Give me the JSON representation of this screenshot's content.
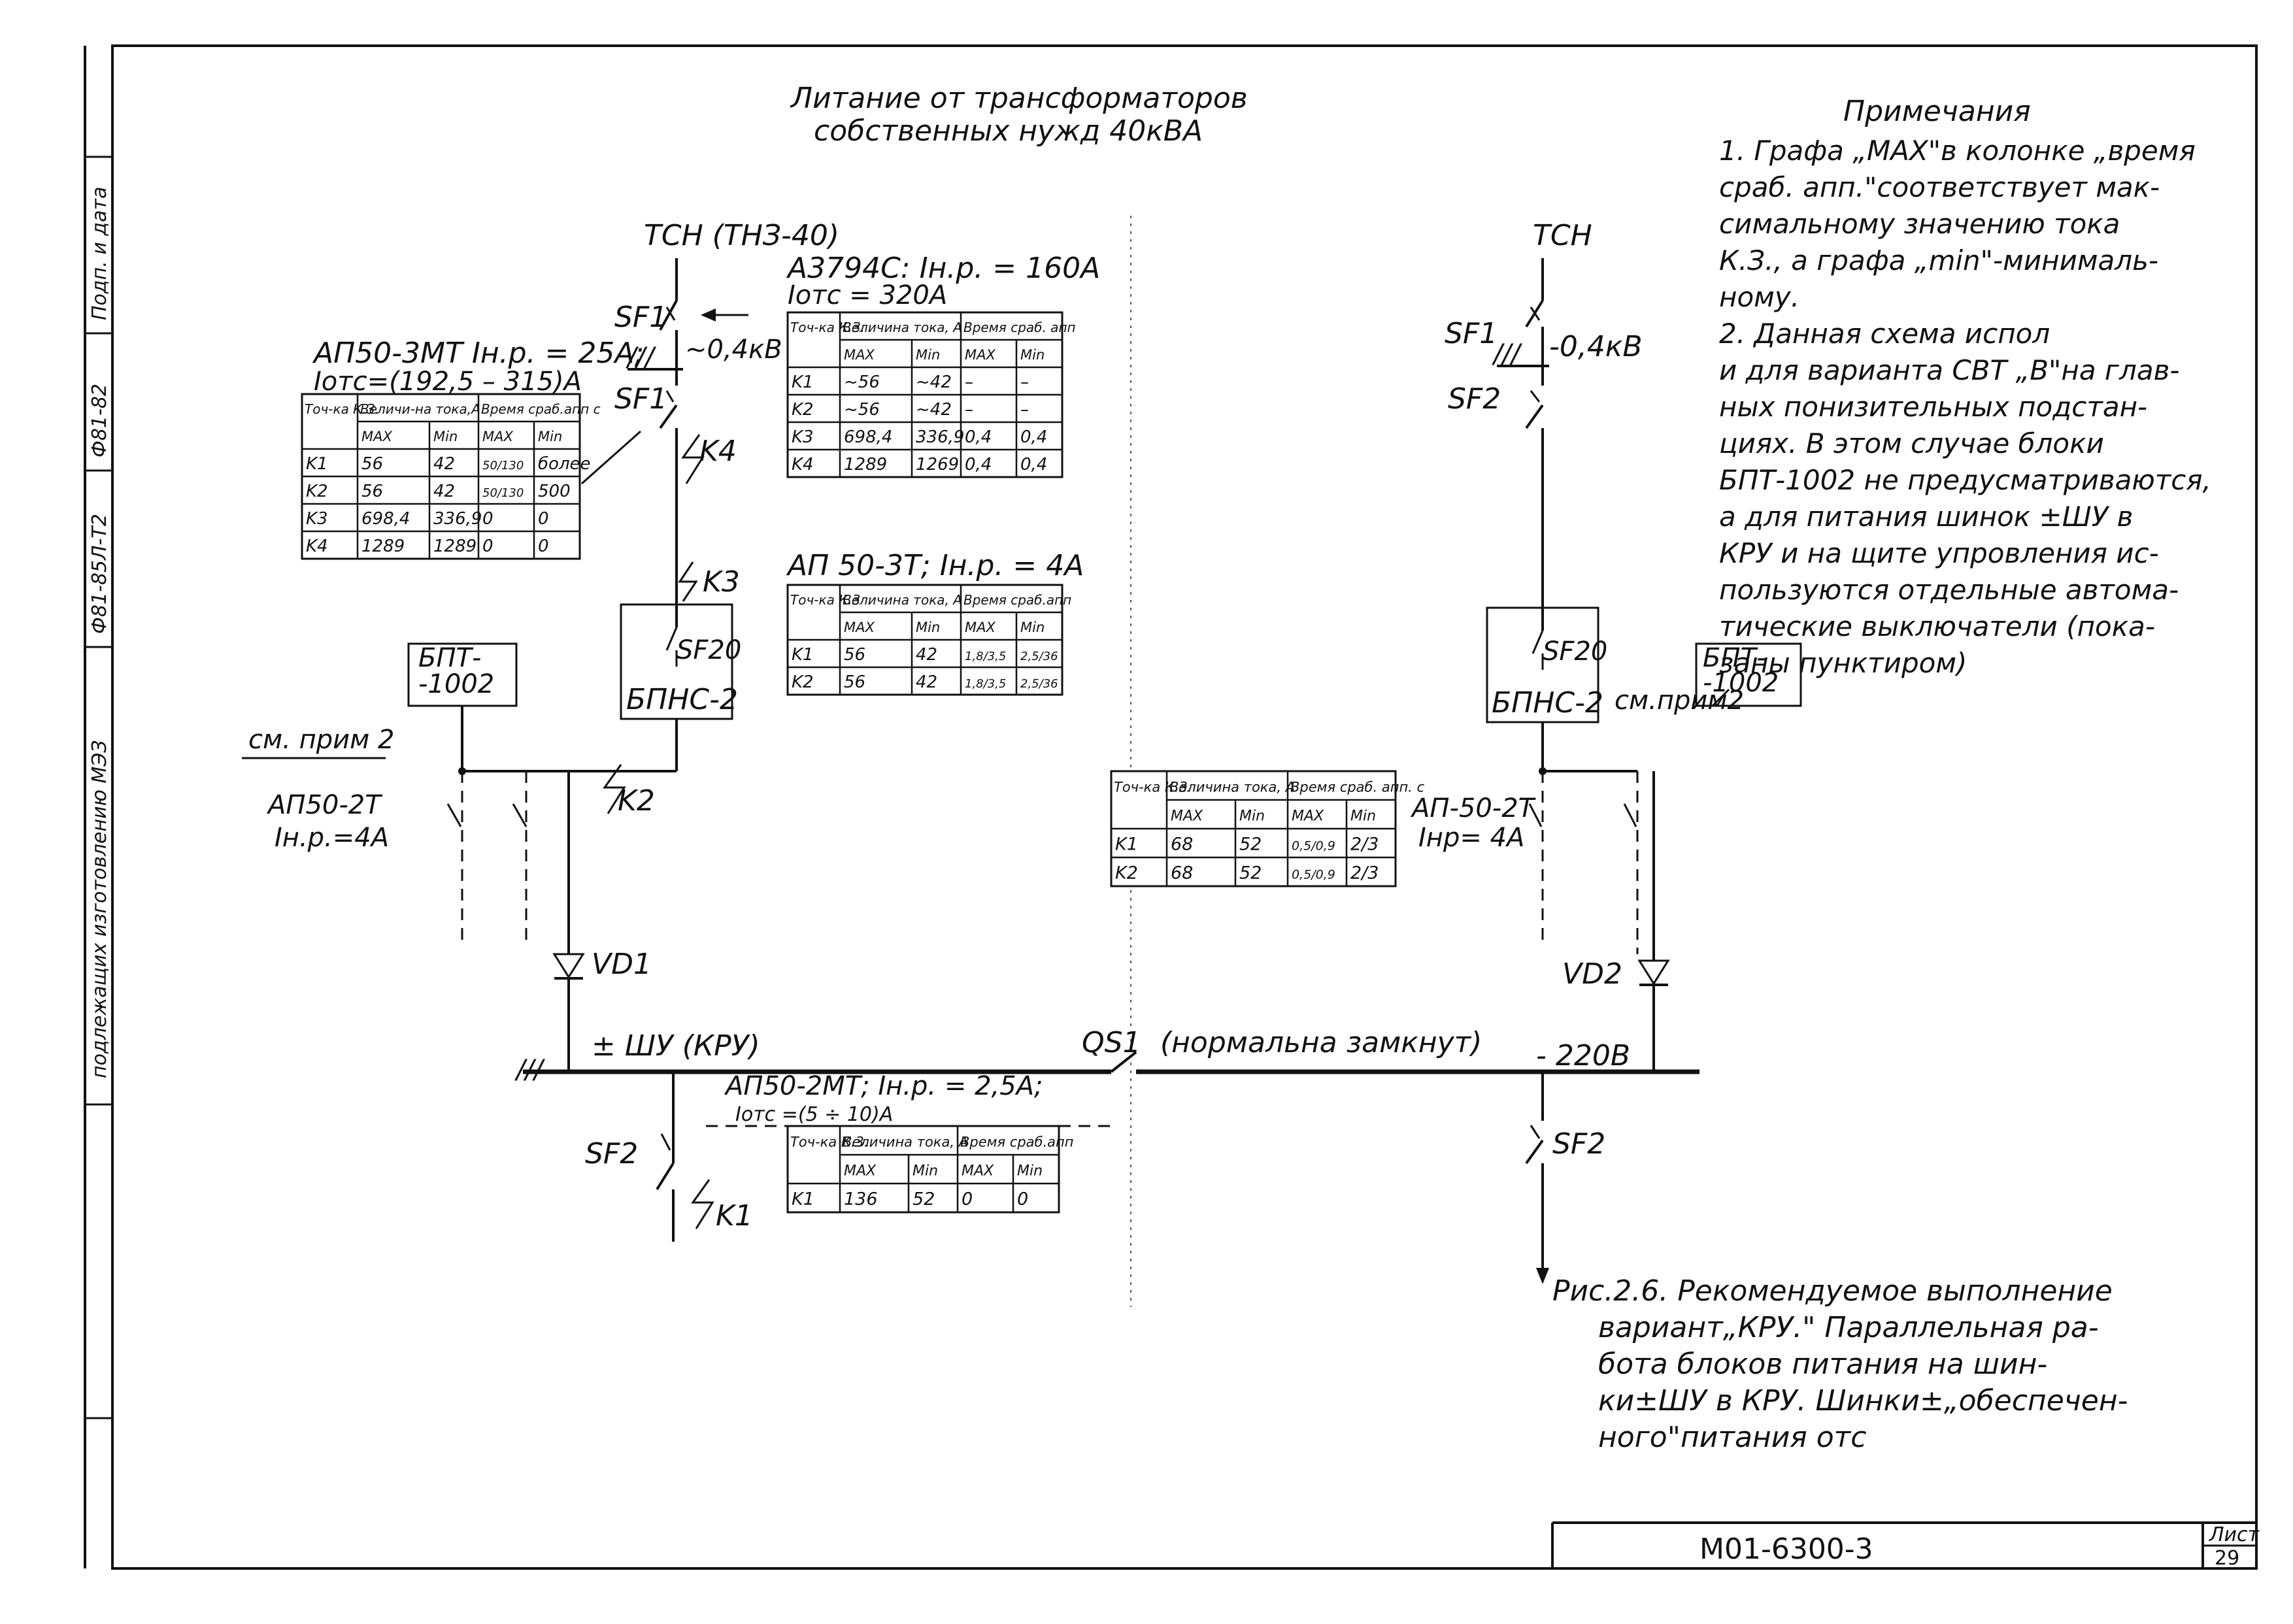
{
  "header": {
    "line1": "Литание от трансформаторов",
    "line2": "собственных нужд 40кВА"
  },
  "notes": {
    "title": "Примечания",
    "lines": [
      "1. Графа „MAX\"в колонке „время",
      "сраб. апп.\"соответствует мак-",
      "симальному значению тока",
      "К.З., а графа „min\"-минималь-",
      "ному.",
      "2. Данная схема испол",
      "и для варианта СВТ „В\"на глав-",
      "ных понизительных подстан-",
      "циях. В этом случае блоки",
      "БПТ-1002 не предусматриваются,",
      "а для питания шинок ±ШУ в",
      "КРУ и на щите упровления ис-",
      "пользуются отдельные автома-",
      "тические выключатели (пока-",
      "заны пунктиром)"
    ]
  },
  "caption": {
    "lines": [
      "Рис.2.6. Рекомендуемое выполнение",
      "вариант„КРУ.\" Параллельная ра-",
      "бота блоков питания на шин-",
      "ки±ШУ в КРУ. Шинки±„обеспечен-",
      "ного\"питания отс"
    ]
  },
  "left": {
    "tsn": "ТСН (ТНЗ-40)",
    "sf1": "SF1",
    "sf1b": "SF1",
    "sf2": "SF2",
    "sf20": "SF20",
    "bpns": "БПНС-2",
    "bpt1": "БПТ-",
    "bpt2": "-1002",
    "voltage": "~0,4кВ",
    "k1": "K1",
    "k2": "K2",
    "k3": "K3",
    "k4": "K4",
    "vd": "VD1",
    "bus": "± ШУ (КРУ)",
    "see_note": "см. прим 2",
    "ap502t_1": "АП50-2Т",
    "ap502t_2": "Iн.р.=4А"
  },
  "right": {
    "tsn": "ТСН",
    "sf1": "SF1",
    "sf2": "SF2",
    "sf20": "SF20",
    "bpns": "БПНС-2",
    "bpt1": "БПТ-",
    "bpt2": "-1002",
    "voltage": "-0,4кВ",
    "see_note": "см.прим2",
    "vd": "VD2",
    "bus_voltage": "- 220В",
    "sf2_bottom": "SF2",
    "ap502t_1": "АП-50-2Т",
    "ap502t_2": "Iнр= 4А"
  },
  "qs1": {
    "name": "QS1",
    "state": "(нормальна замкнут)"
  },
  "tables": {
    "t1": {
      "label1": "А3794С: Iн.р. = 160А",
      "label2": "Iотс = 320А",
      "h1": [
        "Точ-ка К.З.",
        "Величина тока, А",
        "Время сраб. апп"
      ],
      "h2": [
        "MAX",
        "Min",
        "MAX",
        "Min"
      ],
      "rows": [
        [
          "K1",
          "~56",
          "~42",
          "–",
          "–"
        ],
        [
          "K2",
          "~56",
          "~42",
          "–",
          "–"
        ],
        [
          "K3",
          "698,4",
          "336,9",
          "0,4",
          "0,4"
        ],
        [
          "K4",
          "1289",
          "1269",
          "0,4",
          "0,4"
        ]
      ]
    },
    "t2": {
      "label1": "АП50-3МТ Iн.р. = 25А;",
      "label2": "Iотс=(192,5 – 315)А",
      "h1": [
        "Точ-ка К.З.",
        "Величи-на тока,А",
        "Время сраб.апп с"
      ],
      "h2": [
        "MAX",
        "Min",
        "MAX",
        "Min"
      ],
      "rows": [
        [
          "K1",
          "56",
          "42",
          "50/130",
          "более"
        ],
        [
          "K2",
          "56",
          "42",
          "50/130",
          "500"
        ],
        [
          "K3",
          "698,4",
          "336,9",
          "0",
          "0"
        ],
        [
          "K4",
          "1289",
          "1289",
          "0",
          "0"
        ]
      ]
    },
    "t3": {
      "label1": "АП 50-3Т; Iн.р. = 4А",
      "h1": [
        "Точ-ка К.3",
        "Величина тока, А",
        "Время сраб.апп"
      ],
      "h2": [
        "MAX",
        "Min",
        "MAX",
        "Min"
      ],
      "rows": [
        [
          "K1",
          "56",
          "42",
          "1,8/3,5",
          "2,5/36"
        ],
        [
          "K2",
          "56",
          "42",
          "1,8/3,5",
          "2,5/36"
        ]
      ]
    },
    "t4": {
      "h1": [
        "Точ-ка К.3.",
        "Величина тока, А",
        "Время сраб. апп. с"
      ],
      "h2": [
        "MAX",
        "Min",
        "MAX",
        "Min"
      ],
      "rows": [
        [
          "K1",
          "68",
          "52",
          "0,5/0,9",
          "2/3"
        ],
        [
          "K2",
          "68",
          "52",
          "0,5/0,9",
          "2/3"
        ]
      ]
    },
    "t5": {
      "label1": "АП50-2МТ; Iн.р. = 2,5А;",
      "label2": "Iотс =(5 ÷ 10)А",
      "h1": [
        "Точ-ка К.3.",
        "Величина тока, А",
        "Время сраб.апп"
      ],
      "h2": [
        "MAX",
        "Min",
        "MAX",
        "Min"
      ],
      "rows": [
        [
          "K1",
          "136",
          "52",
          "0",
          "0"
        ]
      ]
    }
  },
  "sidebar": {
    "t1": "подлежащих изготовлению МЭЗ",
    "t2": "Ф81-85Л-Т2",
    "t3": "Ф81-82",
    "t4": "Подп. и дата"
  },
  "stamp": {
    "code": "М01-6300-3",
    "sheet_label": "Лист",
    "sheet": "29"
  }
}
